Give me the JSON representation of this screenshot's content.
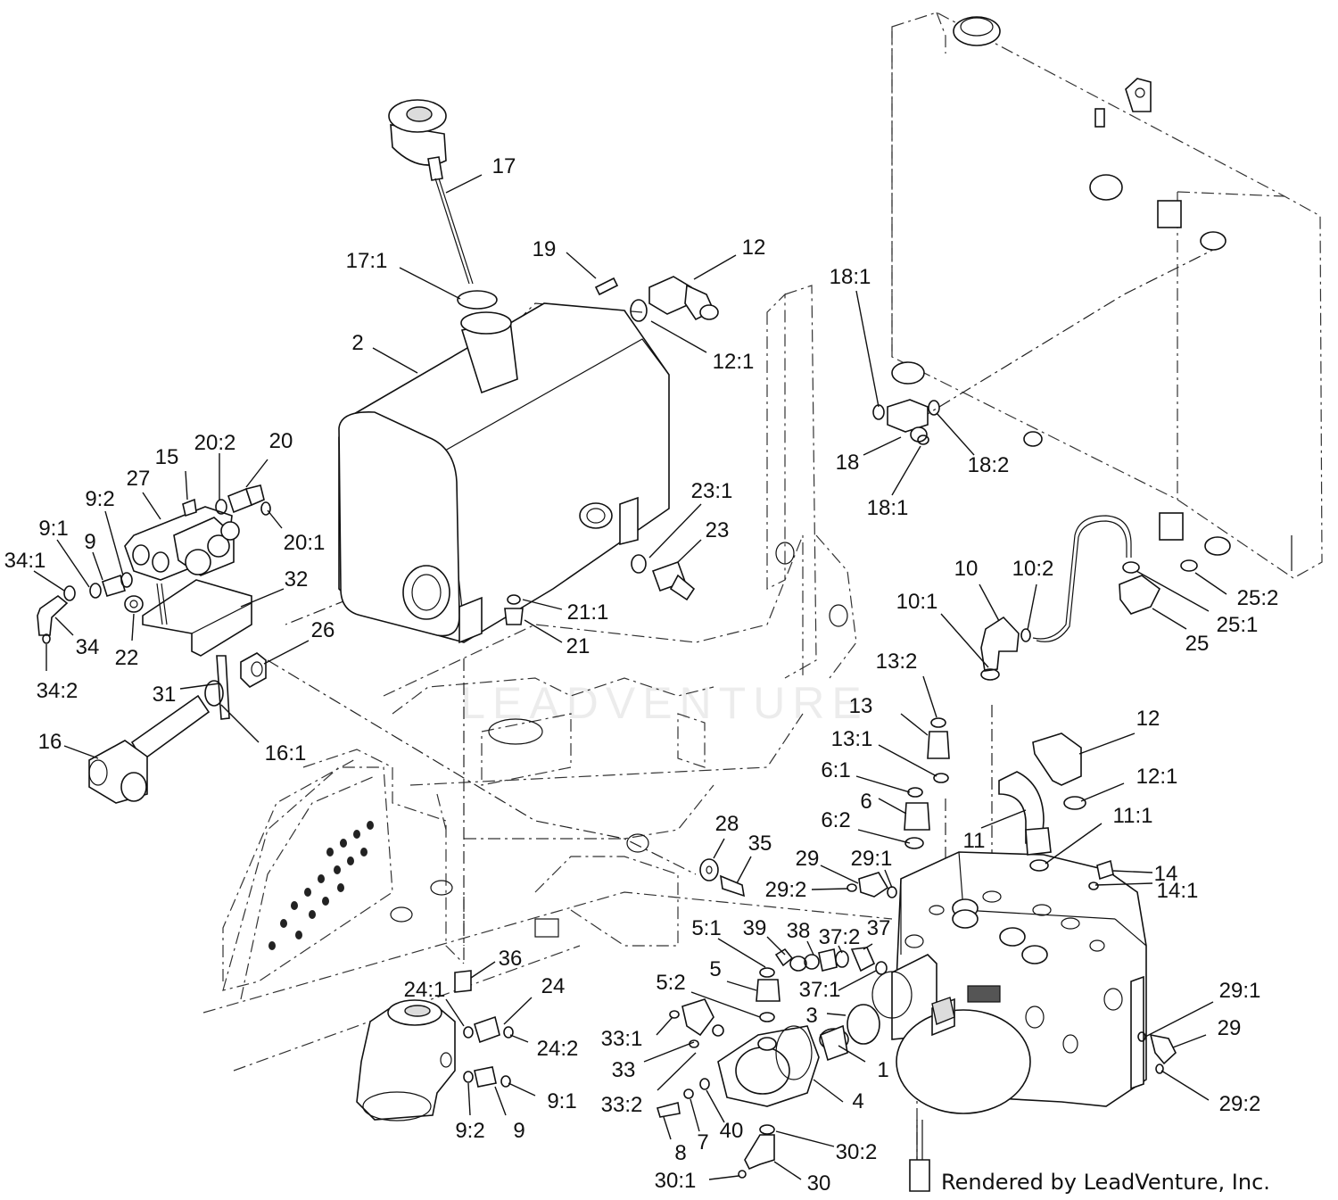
{
  "watermark": "LEADVENTURE",
  "credit": "Rendered by LeadVenture, Inc.",
  "callouts": [
    "17",
    "17:1",
    "19",
    "12",
    "12:1",
    "2",
    "18:1",
    "18",
    "18:2",
    "18:1",
    "15",
    "20:2",
    "20",
    "27",
    "9:2",
    "9:1",
    "9",
    "34:1",
    "20:1",
    "32",
    "22",
    "34",
    "34:2",
    "23:1",
    "23",
    "21:1",
    "21",
    "26",
    "31",
    "16",
    "16:1",
    "10",
    "10:2",
    "10:1",
    "25:2",
    "25:1",
    "25",
    "13:2",
    "13",
    "13:1",
    "12",
    "12:1",
    "6:1",
    "6",
    "6:2",
    "11",
    "11:1",
    "28",
    "35",
    "29",
    "29:1",
    "29:2",
    "14",
    "14:1",
    "5:1",
    "39",
    "38",
    "37:2",
    "37",
    "5",
    "37:1",
    "36",
    "24:1",
    "24",
    "3",
    "5:2",
    "33:1",
    "24:2",
    "33",
    "1",
    "4",
    "33:2",
    "9:1",
    "29:1",
    "29",
    "29:2",
    "9:2",
    "9",
    "8",
    "7",
    "40",
    "30:2",
    "30:1",
    "30"
  ]
}
